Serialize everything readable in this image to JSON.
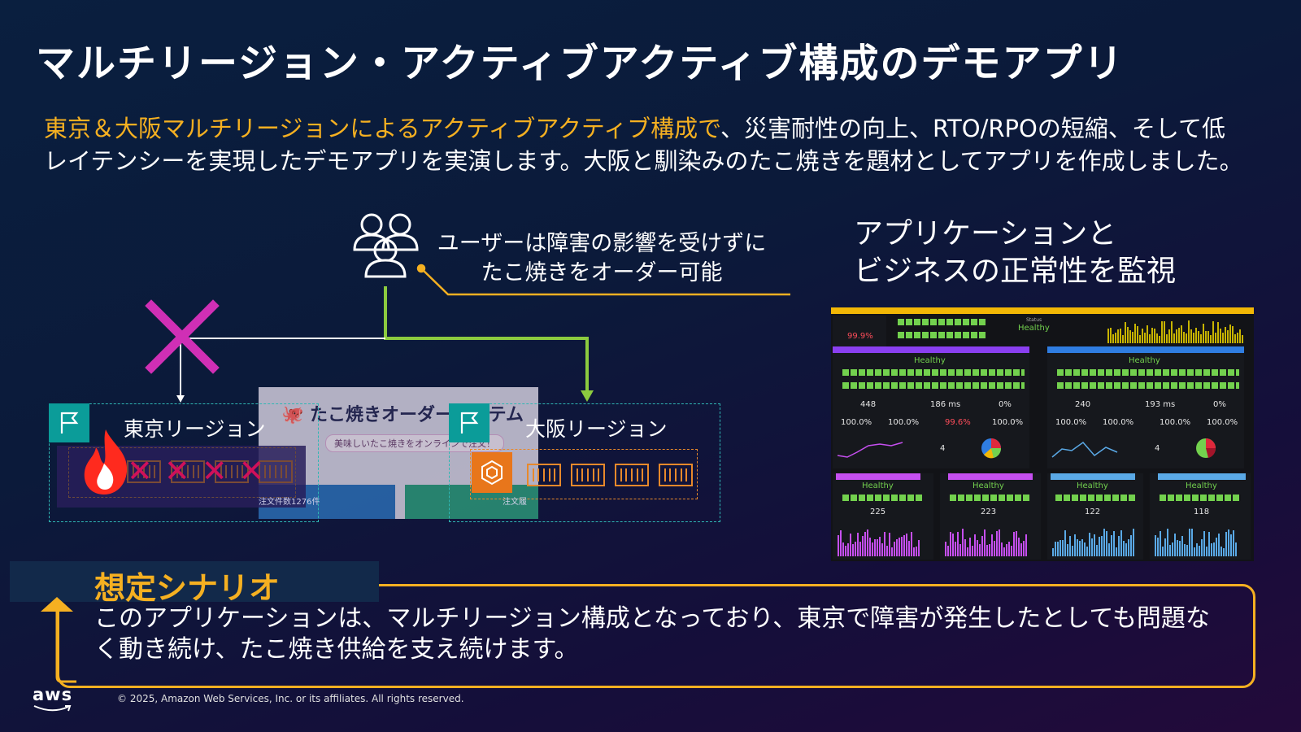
{
  "slide": {
    "title": "マルチリージョン・アクティブアクティブ構成のデモアプリ",
    "intro_highlight": "東京＆大阪マルチリージョンによるアクティブアクティブ構成で",
    "intro_rest": "、災害耐性の向上、RTO/RPOの短縮、そして低レイテンシーを実現したデモアプリを実演します。大阪と馴染みのたこ焼きを題材としてアプリを作成しました。"
  },
  "user_note": {
    "line1": "ユーザーは障害の影響を受けずに",
    "line2": "たこ焼きをオーダー可能"
  },
  "regions": {
    "tokyo": "東京リージョン",
    "osaka": "大阪リージョン"
  },
  "takoyaki_app": {
    "title": "🐙 たこ焼きオーダーシステム",
    "subtitle": "美味しいたこ焼きをオンラインで注文！",
    "tokyo_note": "注文件数1276件",
    "osaka_note": "注文履"
  },
  "monitor": {
    "line1": "アプリケーションと",
    "line2": "ビジネスの正常性を監視"
  },
  "dashboard": {
    "status_label": "Status",
    "status": "Healthy",
    "overall_percent": "99.9%",
    "tokyo": {
      "healthy": "Healthy",
      "stat1": "448",
      "stat2": "186 ms",
      "stat3": "0%",
      "pct1": "100.0%",
      "pct2": "100.0%",
      "pct3": "99.6%",
      "pct4": "100.0%",
      "count": "4"
    },
    "osaka": {
      "healthy": "Healthy",
      "stat1": "240",
      "stat2": "193 ms",
      "stat3": "0%",
      "pct1": "100.0%",
      "pct2": "100.0%",
      "pct3": "100.0%",
      "pct4": "100.0%",
      "count": "4"
    },
    "az": [
      {
        "healthy": "Healthy",
        "value": "225"
      },
      {
        "healthy": "Healthy",
        "value": "223"
      },
      {
        "healthy": "Healthy",
        "value": "122"
      },
      {
        "healthy": "Healthy",
        "value": "118"
      }
    ],
    "colors": {
      "tokyo": "#8a3ff0",
      "osaka": "#2f7de1",
      "az_tokyo": "#c64ff0",
      "az_osaka": "#5aa9e6",
      "top": "#f2b705"
    }
  },
  "scenario": {
    "label": "想定シナリオ",
    "text": "このアプリケーションは、マルチリージョン構成となっており、東京で障害が発生したとしても問題なく動き続け、たこ焼き供給を支え続けます。"
  },
  "footer": {
    "logo": "aws",
    "copyright": "© 2025, Amazon Web Services, Inc. or its affiliates. All rights reserved."
  }
}
